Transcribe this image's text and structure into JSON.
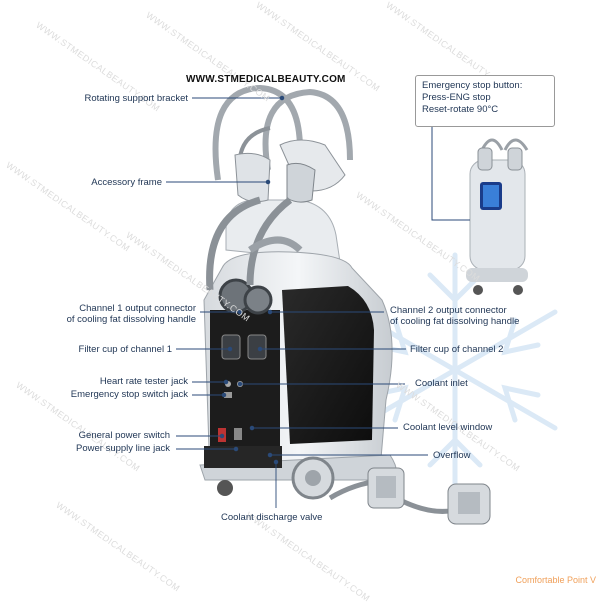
{
  "site_url": "WWW.STMEDICALBEAUTY.COM",
  "watermark": "WWW.STMEDICALBEAUTY.COM",
  "inset": {
    "lines": [
      "Emergency stop button:",
      "Press-ENG stop",
      "Reset-rotate 90°C"
    ],
    "button_color": "#c8231e"
  },
  "labels": {
    "rotating_bracket": "Rotating support bracket",
    "accessory_frame": "Accessory frame",
    "ch1_connector_1": "Channel 1 output connector",
    "ch1_connector_2": "of cooling fat dissolving handle",
    "ch2_connector_1": "Channel 2 output connector",
    "ch2_connector_2": "of cooling fat dissolving handle",
    "filter_ch1": "Filter cup of channel 1",
    "filter_ch2": "Filter cup of channel 2",
    "heart_rate": "Heart rate tester jack",
    "estop_jack": "Emergency stop switch jack",
    "coolant_inlet": "Coolant inlet",
    "coolant_level": "Coolant level window",
    "general_power": "General power switch",
    "power_supply": "Power supply line jack",
    "overflow": "Overflow",
    "discharge": "Coolant discharge valve"
  },
  "corner_text": "Comfortable Point V",
  "colors": {
    "label": "#1f3554",
    "leader": "#2b4a78",
    "machine_white": "#eceff2",
    "machine_grey": "#b9bec4",
    "panel_black": "#151515",
    "snowflake": "#dbe9f6"
  }
}
